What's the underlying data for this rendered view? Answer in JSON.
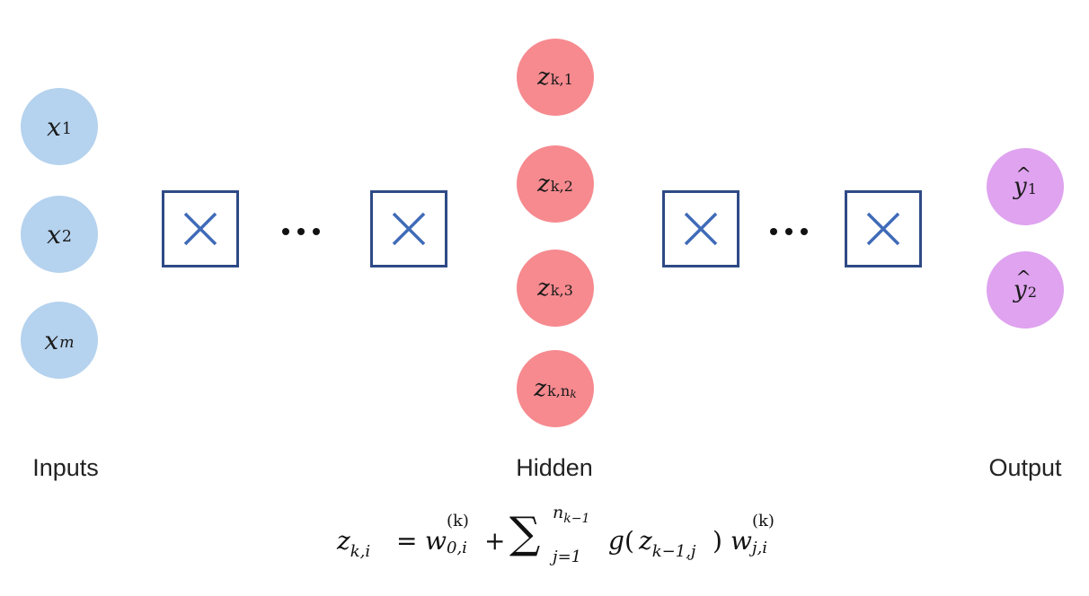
{
  "inputs": {
    "label": "Inputs",
    "nodes": [
      {
        "base": "x",
        "sub": "1"
      },
      {
        "base": "x",
        "sub": "2"
      },
      {
        "base": "x",
        "sub": "m"
      }
    ]
  },
  "hidden": {
    "label": "Hidden",
    "nodes": [
      {
        "base": "z",
        "sub": "k,1"
      },
      {
        "base": "z",
        "sub": "k,2"
      },
      {
        "base": "z",
        "sub": "k,3"
      },
      {
        "base": "z",
        "sub": "k,n",
        "sub2": "k"
      }
    ]
  },
  "output": {
    "label": "Output",
    "nodes": [
      {
        "base": "y",
        "sub": "1"
      },
      {
        "base": "y",
        "sub": "2"
      }
    ]
  },
  "formula": {
    "lhs_base": "z",
    "lhs_sub": "k,i",
    "equals": "=",
    "w0_base": "w",
    "w0_sub": "0,i",
    "w0_sup": "(k)",
    "plus": "+",
    "sum": "∑",
    "sum_upper_base": "n",
    "sum_upper_sub": "k−1",
    "sum_lower": "j=1",
    "g": "g",
    "g_open": "(",
    "g_arg_base": "z",
    "g_arg_sub": "k−1,j",
    "g_close": ")",
    "wj_base": "w",
    "wj_sub": "j,i",
    "wj_sup": "(k)"
  },
  "colors": {
    "input": "#b5d2ee",
    "hidden": "#f68a8f",
    "output": "#dfa3ef",
    "layer_box": "#2e4a86",
    "cross": "#3f6bb8"
  }
}
